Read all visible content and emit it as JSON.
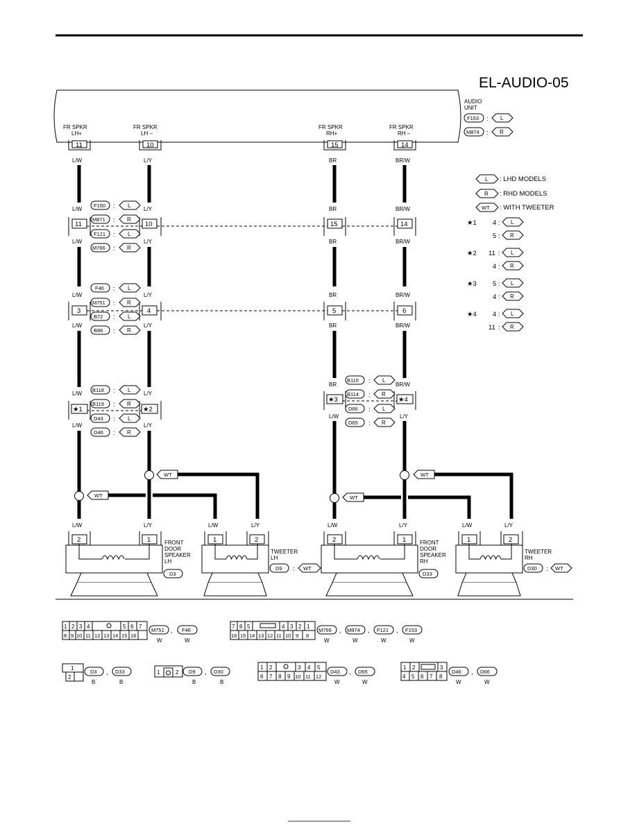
{
  "page_title": "EL-AUDIO-05",
  "audio_unit": {
    "name_line1": "AUDIO",
    "name_line2": "UNIT",
    "conn_lhd": "F153",
    "conn_rhd": "M874",
    "terminals": [
      {
        "label1": "FR SPKR",
        "label2": "LH+",
        "pin": "11"
      },
      {
        "label1": "FR SPKR",
        "label2": "LH –",
        "pin": "10"
      },
      {
        "label1": "FR SPKR",
        "label2": "RH+",
        "pin": "15"
      },
      {
        "label1": "FR SPKR",
        "label2": "RH –",
        "pin": "14"
      }
    ]
  },
  "wire_colors": {
    "lw": "L/W",
    "ly": "L/Y",
    "br": "BR",
    "brw": "BR/W"
  },
  "junctions": {
    "j1": {
      "pins": [
        "11",
        "10",
        "15",
        "14"
      ],
      "connectors": [
        {
          "id": "F150",
          "tag": "L"
        },
        {
          "id": "M871",
          "tag": "R"
        },
        {
          "id": "F121",
          "tag": "L"
        },
        {
          "id": "M766",
          "tag": "R"
        }
      ]
    },
    "j2": {
      "pins": [
        "3",
        "4",
        "5",
        "6"
      ],
      "connectors": [
        {
          "id": "F46",
          "tag": "L"
        },
        {
          "id": "M751",
          "tag": "R"
        },
        {
          "id": "B72",
          "tag": "L"
        },
        {
          "id": "B86",
          "tag": "R"
        }
      ]
    },
    "j3_left": {
      "pins": [
        "★1",
        "★2"
      ],
      "connectors": [
        {
          "id": "B118",
          "tag": "L"
        },
        {
          "id": "B119",
          "tag": "R"
        },
        {
          "id": "D43",
          "tag": "L"
        },
        {
          "id": "D46",
          "tag": "R"
        }
      ]
    },
    "j3_right": {
      "pins": [
        "★3",
        "★4"
      ],
      "connectors": [
        {
          "id": "B115",
          "tag": "L"
        },
        {
          "id": "B114",
          "tag": "R"
        },
        {
          "id": "D66",
          "tag": "L"
        },
        {
          "id": "D65",
          "tag": "R"
        }
      ]
    }
  },
  "tag_wt": "WT",
  "legend": [
    {
      "tag": "L",
      "text": ": LHD MODELS"
    },
    {
      "tag": "R",
      "text": ": RHD MODELS"
    },
    {
      "tag": "WT",
      "text": ": WITH TWEETER"
    }
  ],
  "star_notes": [
    {
      "star": "★1",
      "rows": [
        {
          "pin": "4",
          "tag": "L"
        },
        {
          "pin": "5",
          "tag": "R"
        }
      ]
    },
    {
      "star": "★2",
      "rows": [
        {
          "pin": "11",
          "tag": "L"
        },
        {
          "pin": "4",
          "tag": "R"
        }
      ]
    },
    {
      "star": "★3",
      "rows": [
        {
          "pin": "5",
          "tag": "L"
        },
        {
          "pin": "4",
          "tag": "R"
        }
      ]
    },
    {
      "star": "★4",
      "rows": [
        {
          "pin": "4",
          "tag": "L"
        },
        {
          "pin": "11",
          "tag": "R"
        }
      ]
    }
  ],
  "speakers": [
    {
      "lines": [
        "FRONT",
        "DOOR",
        "SPEAKER",
        "LH"
      ],
      "conn": "D3",
      "pins": [
        "2",
        "1"
      ]
    },
    {
      "lines": [
        "TWEETER",
        "LH"
      ],
      "conn": "D9",
      "pins": [
        "1",
        "2"
      ]
    },
    {
      "lines": [
        "FRONT",
        "DOOR",
        "SPEAKER",
        "RH"
      ],
      "conn": "D33",
      "pins": [
        "2",
        "1"
      ]
    },
    {
      "lines": [
        "TWEETER",
        "RH"
      ],
      "conn": "D30",
      "pins": [
        "1",
        "2"
      ]
    }
  ],
  "connector_ref": {
    "c16_top": [
      "1",
      "2",
      "3",
      "4",
      "",
      "5",
      "6",
      "7"
    ],
    "c16_bottom": [
      "8",
      "9",
      "10",
      "11",
      "12",
      "13",
      "14",
      "15",
      "16"
    ],
    "c16_names": [
      {
        "id": "M751",
        "color": "W"
      },
      {
        "id": "F46",
        "color": "W"
      }
    ],
    "c16r_top": [
      "7",
      "6",
      "5",
      "",
      "4",
      "3",
      "2",
      "1"
    ],
    "c16r_bottom": [
      "16",
      "15",
      "14",
      "13",
      "12",
      "11",
      "10",
      "9",
      "8"
    ],
    "c16r_names": [
      {
        "id": "M766",
        "color": "W"
      },
      {
        "id": "M874",
        "color": "W"
      },
      {
        "id": "F121",
        "color": "W"
      },
      {
        "id": "F153",
        "color": "W"
      }
    ],
    "c2_names": [
      {
        "id": "D3",
        "color": "B"
      },
      {
        "id": "D33",
        "color": "B"
      }
    ],
    "c2_pins": [
      "1",
      "2"
    ],
    "c2b_names": [
      {
        "id": "D9",
        "color": "B"
      },
      {
        "id": "D30",
        "color": "B"
      }
    ],
    "c12_top": [
      "1",
      "2",
      "",
      "3",
      "4",
      "5"
    ],
    "c12_bottom": [
      "6",
      "7",
      "8",
      "9",
      "10",
      "11",
      "12"
    ],
    "c12_names": [
      {
        "id": "D43",
        "color": "W"
      },
      {
        "id": "D65",
        "color": "W"
      }
    ],
    "c8_top": [
      "1",
      "2",
      "",
      "3"
    ],
    "c8_bottom": [
      "4",
      "5",
      "6",
      "7",
      "8"
    ],
    "c8_names": [
      {
        "id": "D46",
        "color": "W"
      },
      {
        "id": "D66",
        "color": "W"
      }
    ]
  }
}
